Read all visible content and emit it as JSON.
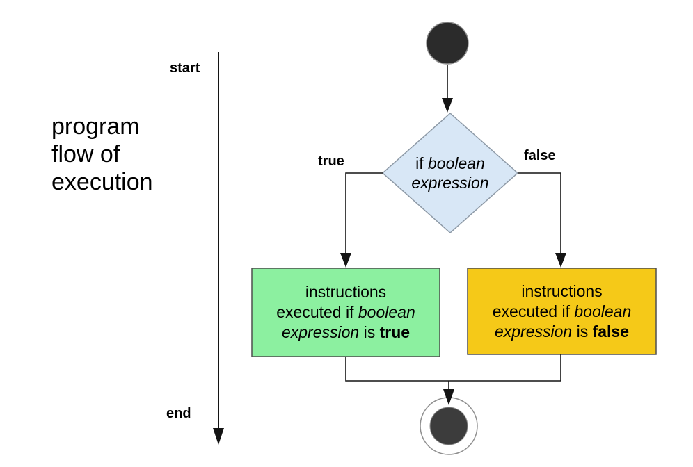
{
  "side_label": {
    "text": "program\nflow of\nexecution"
  },
  "timeline": {
    "start_label": "start",
    "end_label": "end"
  },
  "decision": {
    "line1_plain": "if ",
    "line1_italic": "boolean",
    "line2_italic": "expression"
  },
  "branch_labels": {
    "true": "true",
    "false": "false"
  },
  "true_box": {
    "line1": "instructions",
    "line2_plain": "executed if ",
    "line2_italic": "boolean",
    "line3_italic": "expression",
    "line3_plain": " is ",
    "line3_bold": "true"
  },
  "false_box": {
    "line1": "instructions",
    "line2_plain": "executed if ",
    "line2_italic": "boolean",
    "line3_italic": "expression",
    "line3_plain": " is ",
    "line3_bold": "false"
  },
  "colors": {
    "canvas_bg": "#ffffff",
    "text_color": "#000000",
    "line_color": "#141414",
    "start_node_fill": "#2b2b2b",
    "node_stroke": "#8f8f8f",
    "decision_fill": "#d8e7f6",
    "decision_stroke": "#8d99a6",
    "true_box_fill": "#8cf0a0",
    "false_box_fill": "#f5c918",
    "box_stroke": "#4f4f4f",
    "end_node_fill": "#3c3c3c"
  }
}
